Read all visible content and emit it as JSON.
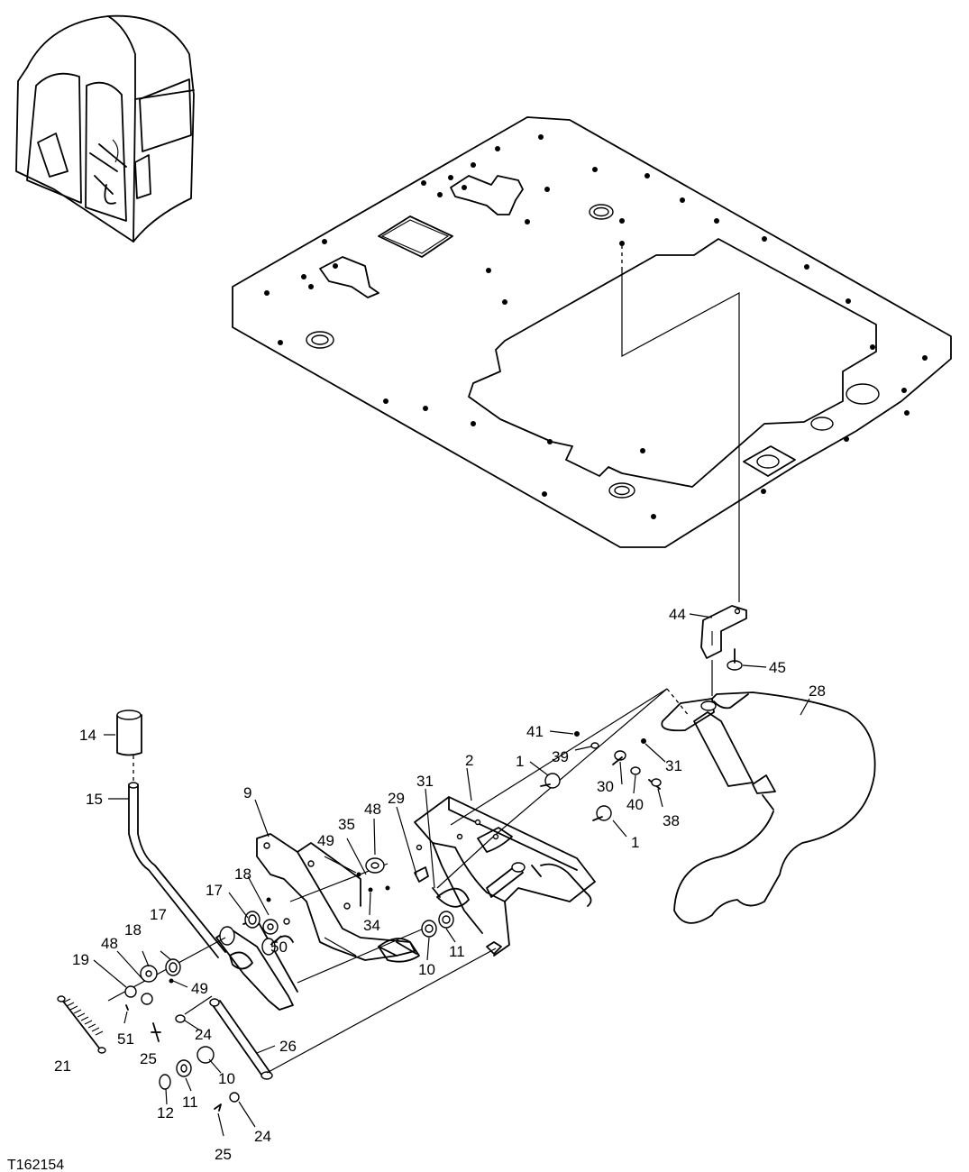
{
  "figure_id": "T162154",
  "callouts": [
    {
      "id": "c14",
      "text": "14"
    },
    {
      "id": "c15",
      "text": "15"
    },
    {
      "id": "c9",
      "text": "9"
    },
    {
      "id": "c18a",
      "text": "18"
    },
    {
      "id": "c17a",
      "text": "17"
    },
    {
      "id": "c18b",
      "text": "18"
    },
    {
      "id": "c17b",
      "text": "17"
    },
    {
      "id": "c48a",
      "text": "48"
    },
    {
      "id": "c19",
      "text": "19"
    },
    {
      "id": "c49a",
      "text": "49"
    },
    {
      "id": "c51",
      "text": "51"
    },
    {
      "id": "c21",
      "text": "21"
    },
    {
      "id": "c25a",
      "text": "25"
    },
    {
      "id": "c24a",
      "text": "24"
    },
    {
      "id": "c26",
      "text": "26"
    },
    {
      "id": "c10a",
      "text": "10"
    },
    {
      "id": "c11a",
      "text": "11"
    },
    {
      "id": "c12",
      "text": "12"
    },
    {
      "id": "c25b",
      "text": "25"
    },
    {
      "id": "c24b",
      "text": "24"
    },
    {
      "id": "c50",
      "text": "50"
    },
    {
      "id": "c49b",
      "text": "49"
    },
    {
      "id": "c35",
      "text": "35"
    },
    {
      "id": "c48b",
      "text": "48"
    },
    {
      "id": "c34",
      "text": "34"
    },
    {
      "id": "c29",
      "text": "29"
    },
    {
      "id": "c31a",
      "text": "31"
    },
    {
      "id": "c2",
      "text": "2"
    },
    {
      "id": "c10b",
      "text": "10"
    },
    {
      "id": "c11b",
      "text": "11"
    },
    {
      "id": "c1a",
      "text": "1"
    },
    {
      "id": "c1b",
      "text": "1"
    },
    {
      "id": "c41",
      "text": "41"
    },
    {
      "id": "c39",
      "text": "39"
    },
    {
      "id": "c30",
      "text": "30"
    },
    {
      "id": "c40",
      "text": "40"
    },
    {
      "id": "c38",
      "text": "38"
    },
    {
      "id": "c31b",
      "text": "31"
    },
    {
      "id": "c28",
      "text": "28"
    },
    {
      "id": "c44",
      "text": "44"
    },
    {
      "id": "c45",
      "text": "45"
    }
  ]
}
